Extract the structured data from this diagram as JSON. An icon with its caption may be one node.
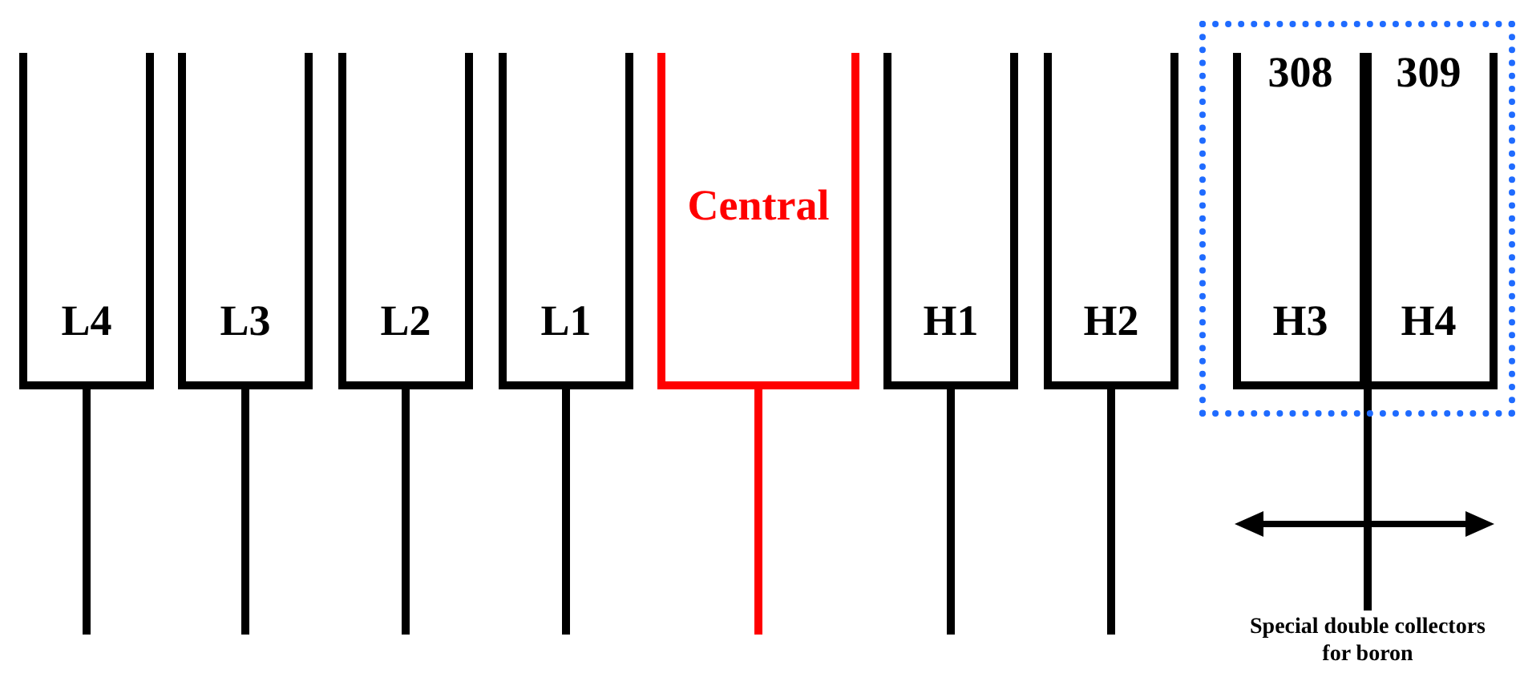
{
  "diagram": {
    "nodes": [
      {
        "text": [
          "L4"
        ]
      },
      {
        "text": [
          "L3"
        ]
      },
      {
        "text": [
          "L2"
        ]
      },
      {
        "text": [
          "L1"
        ]
      },
      {
        "text": [
          "Central"
        ]
      },
      {
        "text": [
          "H1"
        ]
      },
      {
        "text": [
          "H2"
        ]
      },
      {
        "text": [],
        "shape": "box"
      },
      {
        "text": [
          "308",
          "H3"
        ],
        "in": 7
      },
      {
        "text": [
          "309",
          "H4"
        ],
        "in": 7
      }
    ],
    "labels": [
      "Special double collectors for boron"
    ]
  }
}
